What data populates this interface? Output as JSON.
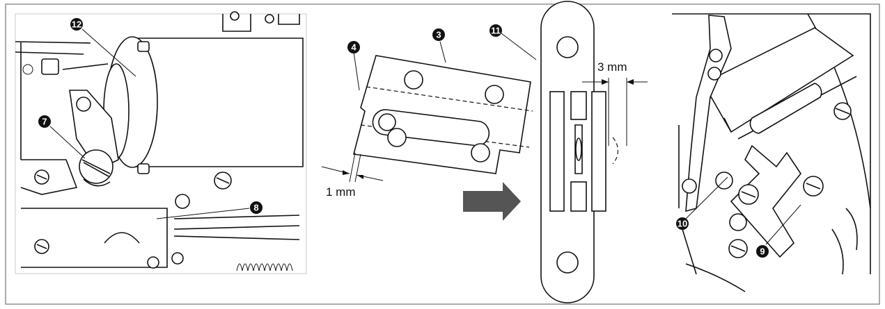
{
  "callouts": {
    "c12": "12",
    "c7": "7",
    "c8": "8",
    "c4": "4",
    "c3": "3",
    "c11": "11",
    "c10": "10",
    "c9": "9"
  },
  "dimensions": {
    "gap_left": "1 mm",
    "gap_right": "3 mm"
  },
  "colors": {
    "line": "#111111",
    "arrow": "#555555",
    "frame": "#888888"
  }
}
